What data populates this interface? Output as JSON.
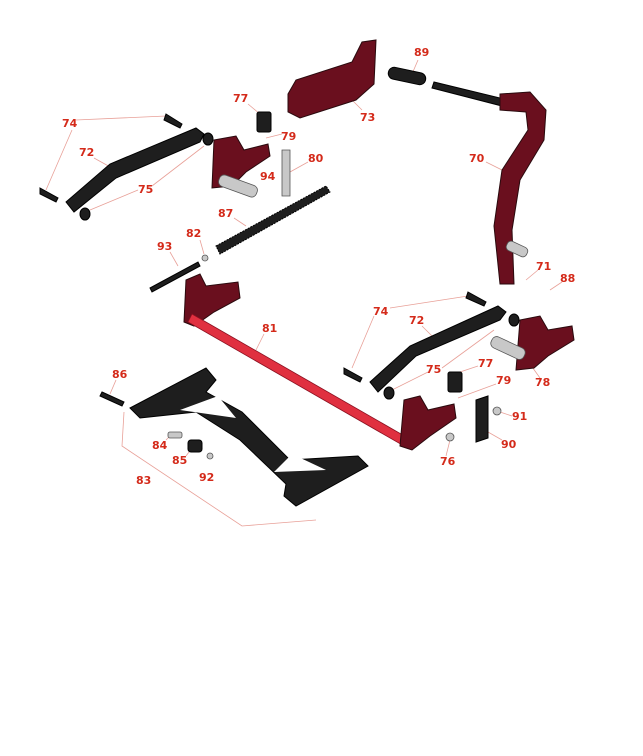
{
  "diagram": {
    "type": "exploded parts diagram",
    "colors": {
      "label": "#d42a1a",
      "frame": "#6a0f1e",
      "black_parts": "#1e1e1e",
      "shaft": "#e03040"
    },
    "callouts": [
      {
        "id": "c89",
        "text": "89"
      },
      {
        "id": "c73",
        "text": "73"
      },
      {
        "id": "c77a",
        "text": "77"
      },
      {
        "id": "c79a",
        "text": "79"
      },
      {
        "id": "c80",
        "text": "80"
      },
      {
        "id": "c94",
        "text": "94"
      },
      {
        "id": "c74a",
        "text": "74"
      },
      {
        "id": "c72a",
        "text": "72"
      },
      {
        "id": "c75a",
        "text": "75"
      },
      {
        "id": "c70",
        "text": "70"
      },
      {
        "id": "c87",
        "text": "87"
      },
      {
        "id": "c82",
        "text": "82"
      },
      {
        "id": "c93",
        "text": "93"
      },
      {
        "id": "c71",
        "text": "71"
      },
      {
        "id": "c88",
        "text": "88"
      },
      {
        "id": "c74b",
        "text": "74"
      },
      {
        "id": "c72b",
        "text": "72"
      },
      {
        "id": "c81",
        "text": "81"
      },
      {
        "id": "c77b",
        "text": "77"
      },
      {
        "id": "c75b",
        "text": "75"
      },
      {
        "id": "c79b",
        "text": "79"
      },
      {
        "id": "c78",
        "text": "78"
      },
      {
        "id": "c86",
        "text": "86"
      },
      {
        "id": "c91",
        "text": "91"
      },
      {
        "id": "c90",
        "text": "90"
      },
      {
        "id": "c84",
        "text": "84"
      },
      {
        "id": "c85",
        "text": "85"
      },
      {
        "id": "c92",
        "text": "92"
      },
      {
        "id": "c76",
        "text": "76"
      },
      {
        "id": "c83",
        "text": "83"
      }
    ]
  }
}
